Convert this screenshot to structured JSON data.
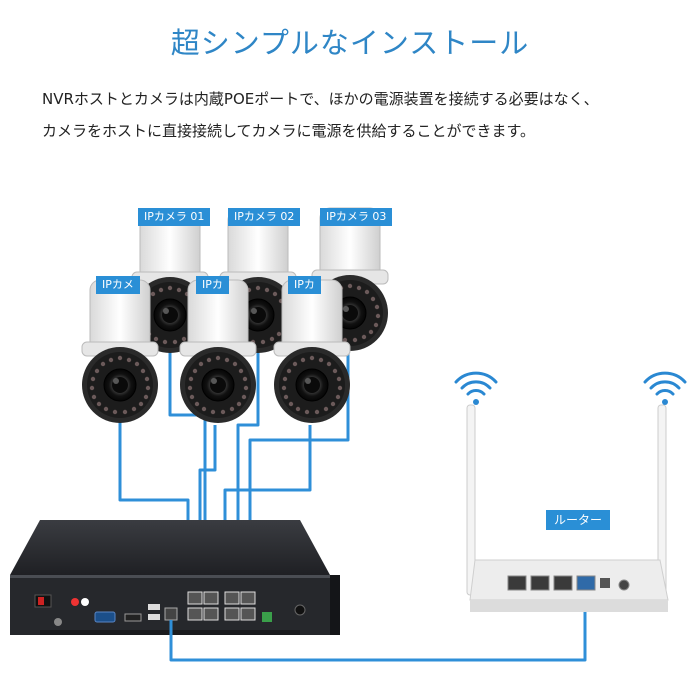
{
  "title": "超シンプルなインストール",
  "description": {
    "line1": "NVRホストとカメラは内蔵POEポートで、ほかの電源装置を接続する必要はなく、",
    "line2": "カメラをホストに直接接続してカメラに電源を供給することができます。"
  },
  "cameras": {
    "back": [
      {
        "label": "IPカメラ 01"
      },
      {
        "label": "IPカメラ 02"
      },
      {
        "label": "IPカメラ 03"
      }
    ],
    "front": [
      {
        "label": "IPカメ"
      },
      {
        "label": "IPカ"
      },
      {
        "label": "IPカ"
      }
    ]
  },
  "router": {
    "label": "ルーター"
  },
  "colors": {
    "title": "#2f86c6",
    "label_bg": "#2a8fd6",
    "cable": "#2f8fd8",
    "nvr_body": "#2b2d31",
    "router_body": "#f2f2f2"
  }
}
